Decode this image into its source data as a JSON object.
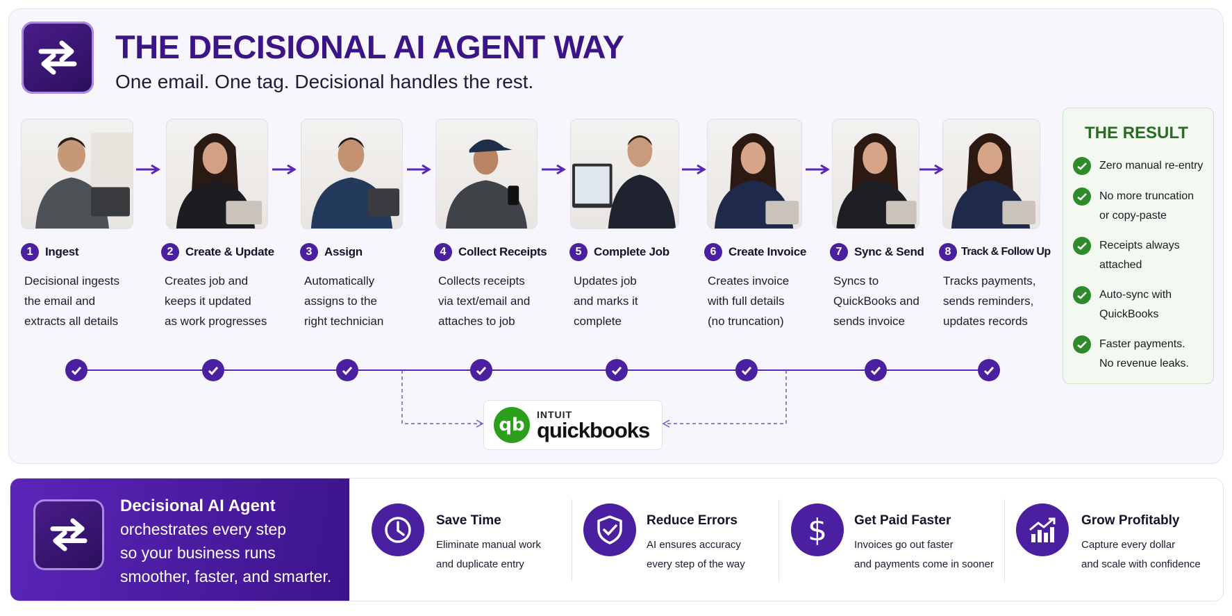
{
  "header": {
    "title": "THE DECISIONAL AI AGENT WAY",
    "subtitle": "One email. One tag. Decisional handles the rest.",
    "logo_icon": "swap-arrows-icon"
  },
  "steps": [
    {
      "num": "1",
      "title": "Ingest",
      "desc": [
        "Decisional ingests",
        "the email and",
        "extracts all details"
      ]
    },
    {
      "num": "2",
      "title": "Create & Update",
      "desc": [
        "Creates job and",
        "keeps it updated",
        "as work progresses"
      ]
    },
    {
      "num": "3",
      "title": "Assign",
      "desc": [
        "Automatically",
        "assigns to the",
        "right technician"
      ]
    },
    {
      "num": "4",
      "title": "Collect Receipts",
      "desc": [
        "Collects receipts",
        "via text/email and",
        "attaches to job"
      ]
    },
    {
      "num": "5",
      "title": "Complete Job",
      "desc": [
        "Updates job",
        "and marks it",
        "complete"
      ]
    },
    {
      "num": "6",
      "title": "Create Invoice",
      "desc": [
        "Creates invoice",
        "with full details",
        "(no truncation)"
      ]
    },
    {
      "num": "7",
      "title": "Sync & Send",
      "desc": [
        "Syncs to",
        "QuickBooks and",
        "sends invoice"
      ]
    },
    {
      "num": "8",
      "title": "Track & Follow Up",
      "desc": [
        "Tracks payments,",
        "sends reminders,",
        "updates records"
      ]
    }
  ],
  "quickbooks": {
    "brand_top": "INTUIT",
    "brand_name": "quickbooks",
    "logo_text": "qb"
  },
  "result": {
    "title": "THE RESULT",
    "items": [
      [
        "Zero manual re-entry"
      ],
      [
        "No more truncation",
        "or copy-paste"
      ],
      [
        "Receipts always",
        "attached"
      ],
      [
        "Auto-sync with",
        "QuickBooks"
      ],
      [
        "Faster payments.",
        "No revenue leaks."
      ]
    ]
  },
  "banner": {
    "title": "Decisional AI Agent",
    "lines": [
      "orchestrates every step",
      "so your business runs",
      "smoother, faster, and smarter."
    ]
  },
  "features": [
    {
      "icon": "clock-icon",
      "title": "Save Time",
      "desc": [
        "Eliminate manual work",
        "and duplicate entry"
      ]
    },
    {
      "icon": "shield-check-icon",
      "title": "Reduce Errors",
      "desc": [
        "AI ensures accuracy",
        "every step of the way"
      ]
    },
    {
      "icon": "dollar-icon",
      "title": "Get Paid Faster",
      "desc": [
        "Invoices go out faster",
        "and payments come in sooner"
      ]
    },
    {
      "icon": "growth-chart-icon",
      "title": "Grow Profitably",
      "desc": [
        "Capture every dollar",
        "and scale with confidence"
      ]
    }
  ],
  "colors": {
    "brand_purple": "#4a1fa0",
    "title_purple": "#3b1587",
    "result_green": "#2f8a2a",
    "quickbooks_green": "#2ca01c"
  }
}
